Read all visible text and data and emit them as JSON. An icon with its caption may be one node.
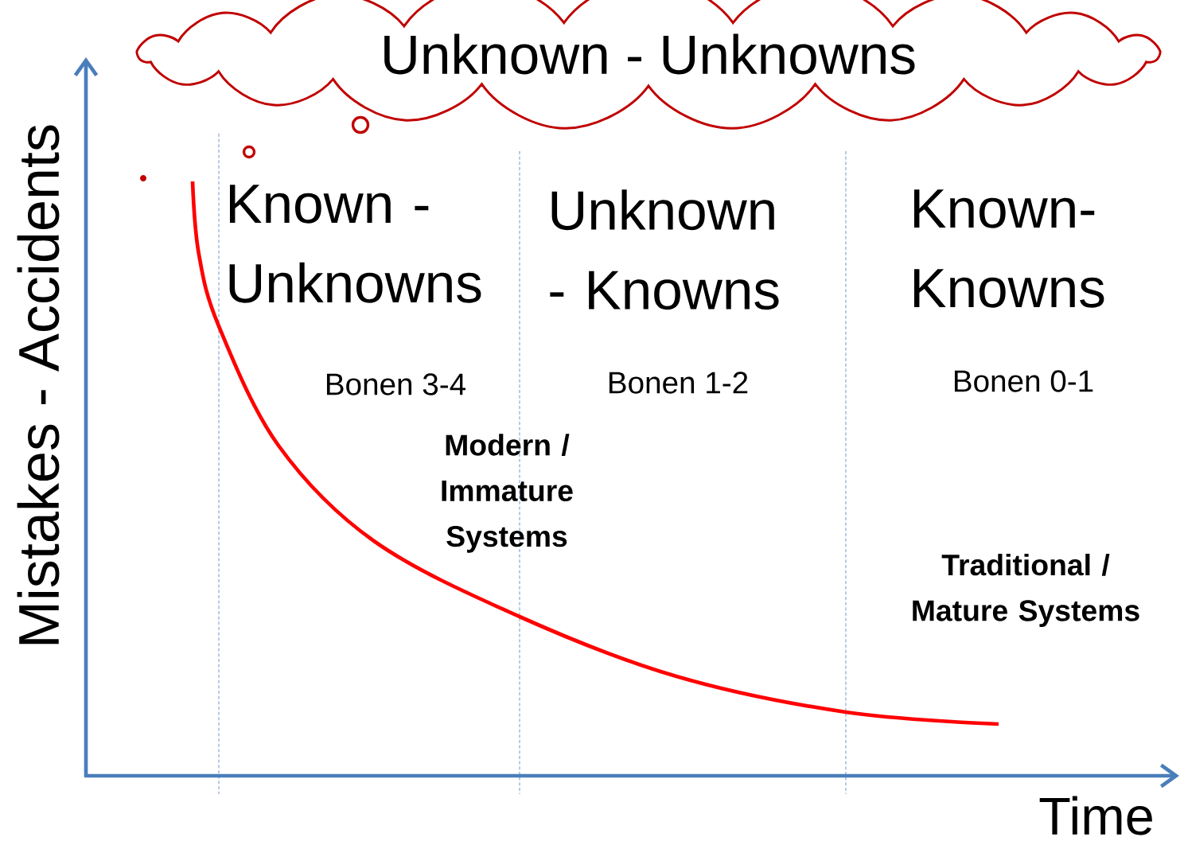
{
  "diagram": {
    "nodes": [
      {
        "text": [
          "Unknown - Unknowns"
        ]
      }
    ],
    "labels": [
      "Known - Unknowns",
      "Unknown - Knowns",
      "Known- Knowns",
      "Bonen 3-4",
      "Bonen 1-2",
      "Bonen 0-1",
      "Modern / Immature Systems",
      "Traditional / Mature Systems",
      "Mistakes - Accidents",
      "Time"
    ]
  }
}
